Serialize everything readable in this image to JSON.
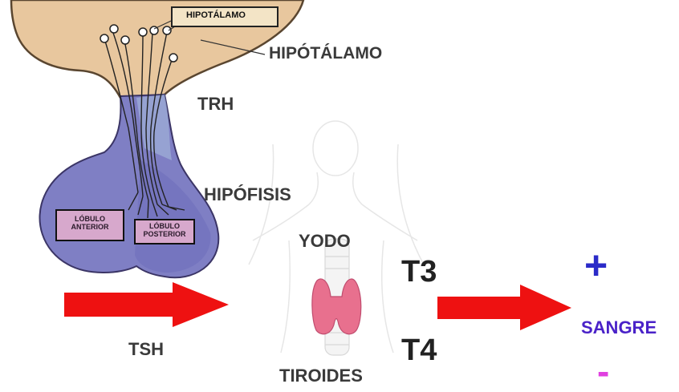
{
  "labels": {
    "hypothalamus_box": "HIPOTÁLAMO",
    "hypothalamus": "HIPÓTÁLAMO",
    "trh": "TRH",
    "pituitary": "HIPÓFISIS",
    "anterior_lobe_line1": "LÓBULO",
    "anterior_lobe_line2": "ANTERIOR",
    "posterior_lobe_line1": "LÓBULO",
    "posterior_lobe_line2": "POSTERIOR",
    "iodine": "YODO",
    "t3": "T3",
    "t4": "T4",
    "tsh": "TSH",
    "thyroid": "TIROIDES",
    "blood": "SANGRE",
    "plus": "+",
    "minus": "-"
  },
  "colors": {
    "hypothalamus_fill": "#e8c79e",
    "pituitary_fill": "#7f7fc4",
    "arrow_red": "#ee1111",
    "thyroid_pink": "#e8708e",
    "plus_color": "#2a2ac8",
    "minus_color": "#e040e0",
    "blood_color": "#4a22c8"
  }
}
